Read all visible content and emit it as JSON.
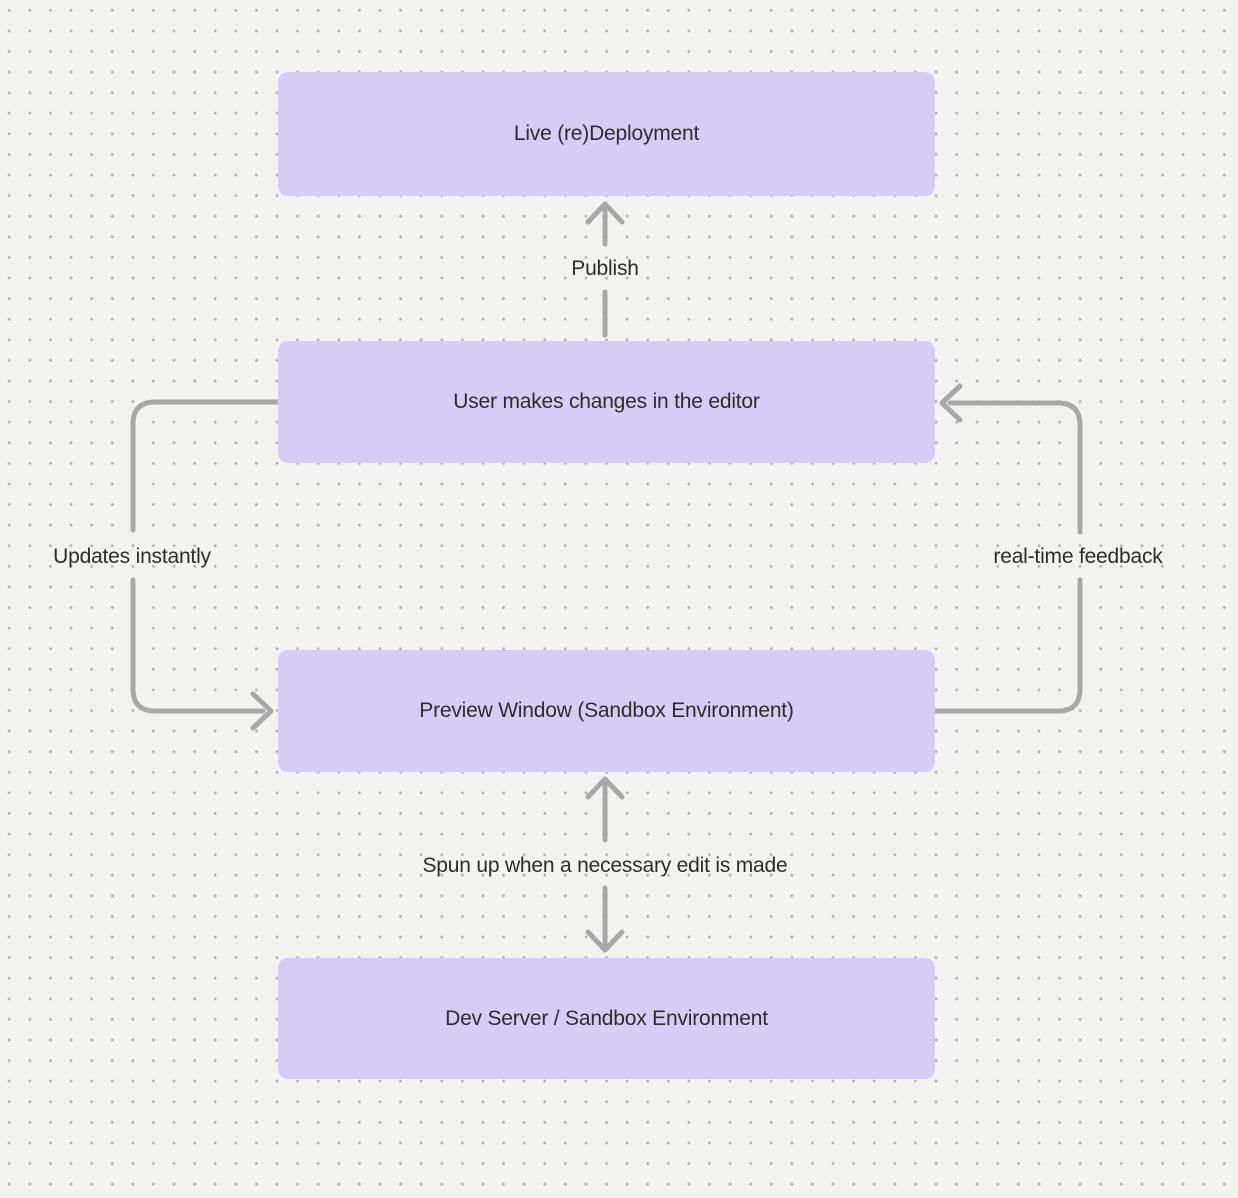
{
  "colors": {
    "background": "#f2f2f0",
    "dot": "#b6b5b4",
    "node_fill": "#d7ccf6",
    "text": "#2d2d2d",
    "arrow": "#a8a8a8"
  },
  "nodes": [
    {
      "id": "live-redeployment",
      "label": "Live (re)Deployment"
    },
    {
      "id": "user-editor",
      "label": "User makes changes in the editor"
    },
    {
      "id": "preview-window",
      "label": "Preview Window (Sandbox Environment)"
    },
    {
      "id": "dev-server",
      "label": "Dev Server / Sandbox Environment"
    }
  ],
  "edges": [
    {
      "id": "publish",
      "label": "Publish",
      "from": "user-editor",
      "to": "live-redeployment",
      "direction": "up"
    },
    {
      "id": "updates-instantly",
      "label": "Updates instantly",
      "from": "user-editor",
      "to": "preview-window",
      "direction": "down-left-loop"
    },
    {
      "id": "real-time-feedback",
      "label": "real-time feedback",
      "from": "preview-window",
      "to": "user-editor",
      "direction": "up-right-loop"
    },
    {
      "id": "spun-up",
      "label": "Spun up when a necessary edit is made",
      "from": "preview-window",
      "to": "dev-server",
      "direction": "bidirectional"
    }
  ]
}
